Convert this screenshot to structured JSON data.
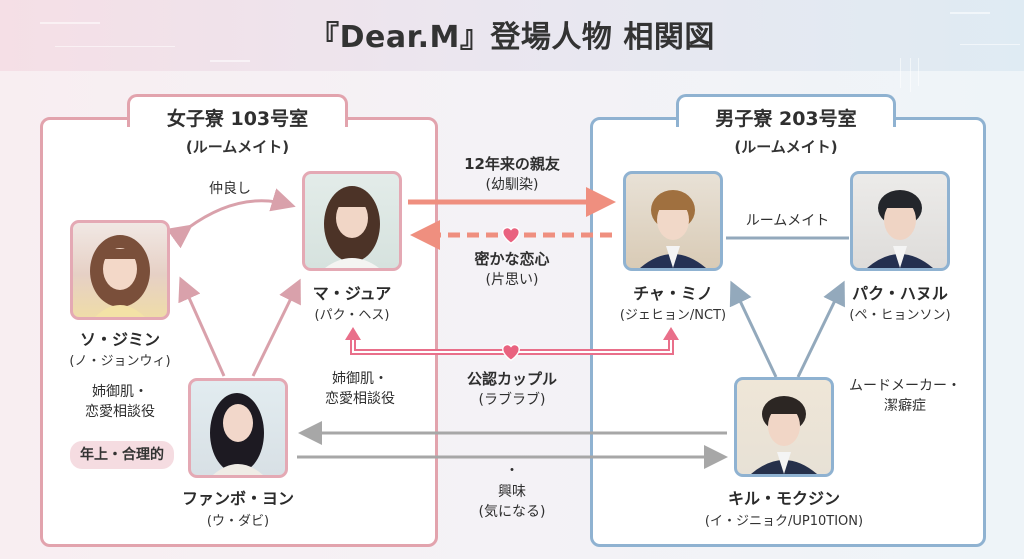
{
  "title": "『Dear.M』登場人物 相関図",
  "colors": {
    "girls_border": "#e2a3ad",
    "boys_border": "#8fb2d1",
    "love_arrow": "#e96f8a",
    "friend_arrow": "#ef8f7f",
    "neutral_arrow": "#a7a7a7",
    "heart": "#e9627f"
  },
  "rooms": {
    "girls": {
      "title": "女子寮 103号室",
      "subtitle": "(ルームメイト)"
    },
    "boys": {
      "title": "男子寮 203号室",
      "subtitle": "(ルームメイト)"
    }
  },
  "people": {
    "sojimin": {
      "name": "ソ・ジミン",
      "actor": "(ノ・ジョンウィ)",
      "photo": "portrait-sojimin"
    },
    "majua": {
      "name": "マ・ジュア",
      "actor": "(パク・ヘス)",
      "photo": "portrait-majua"
    },
    "fanboyon": {
      "name": "ファンボ・ヨン",
      "actor": "(ウ・ダビ)",
      "photo": "portrait-fanboyon"
    },
    "chamino": {
      "name": "チャ・ミノ",
      "actor": "(ジェヒョン/NCT)",
      "photo": "portrait-chamino"
    },
    "parkhanul": {
      "name": "パク・ハヌル",
      "actor": "(ペ・ヒョンソン)",
      "photo": "portrait-parkhanul"
    },
    "kilmokjin": {
      "name": "キル・モクジン",
      "actor": "(イ・ジニョク/UP10TION)",
      "photo": "portrait-kilmokjin"
    }
  },
  "relations": {
    "nakayoshi": "仲良し",
    "shinyu_1": "12年来の親友",
    "shinyu_2": "(幼馴染)",
    "koigokoro_1": "密かな恋心",
    "koigokoro_2": "(片思い)",
    "couple_1": "公認カップル",
    "couple_2": "(ラブラブ)",
    "interest_dot": "・",
    "interest_1": "興味",
    "interest_2": "(気になる)",
    "roommate": "ルームメイト",
    "aneki_left_1": "姉御肌・",
    "aneki_left_2": "恋愛相談役",
    "aneki_right_1": "姉御肌・",
    "aneki_right_2": "恋愛相談役",
    "mood_1": "ムードメーカー・",
    "mood_2": "潔癖症"
  },
  "tags": {
    "fanboyon_trait": "年上・合理的"
  }
}
